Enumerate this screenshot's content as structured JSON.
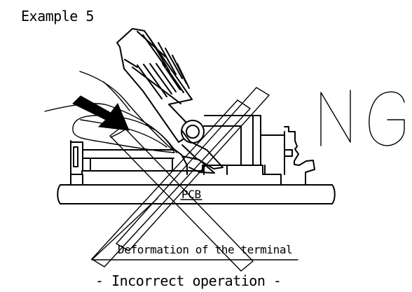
{
  "diagram": {
    "title": "Example 5",
    "status": "NG",
    "pcb_label": "PCB",
    "callout": "Deformation of the terminal",
    "caption": "- Incorrect operation -",
    "arrow_icon": "press-arrow-icon",
    "hand_icon": "finger-icon",
    "ng_icon": "ng-mark"
  }
}
